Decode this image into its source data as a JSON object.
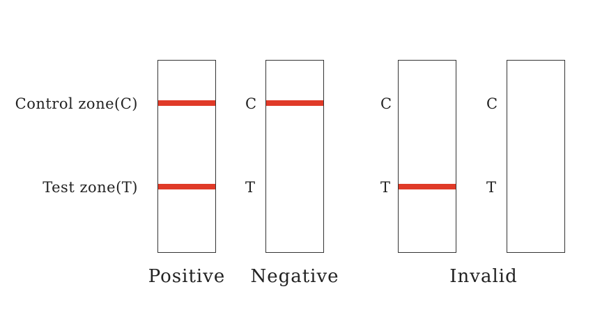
{
  "zone_labels": {
    "control": "Control zone(C)",
    "test": "Test zone(T)"
  },
  "strip_letters": {
    "c": "C",
    "t": "T"
  },
  "results": {
    "positive": "Positive",
    "negative": "Negative",
    "invalid": "Invalid"
  },
  "strips": [
    {
      "control_line": true,
      "test_line": true
    },
    {
      "control_line": true,
      "test_line": false
    },
    {
      "control_line": false,
      "test_line": true
    },
    {
      "control_line": false,
      "test_line": false
    }
  ],
  "colors": {
    "band": "#e03a28",
    "outline": "#333333"
  }
}
